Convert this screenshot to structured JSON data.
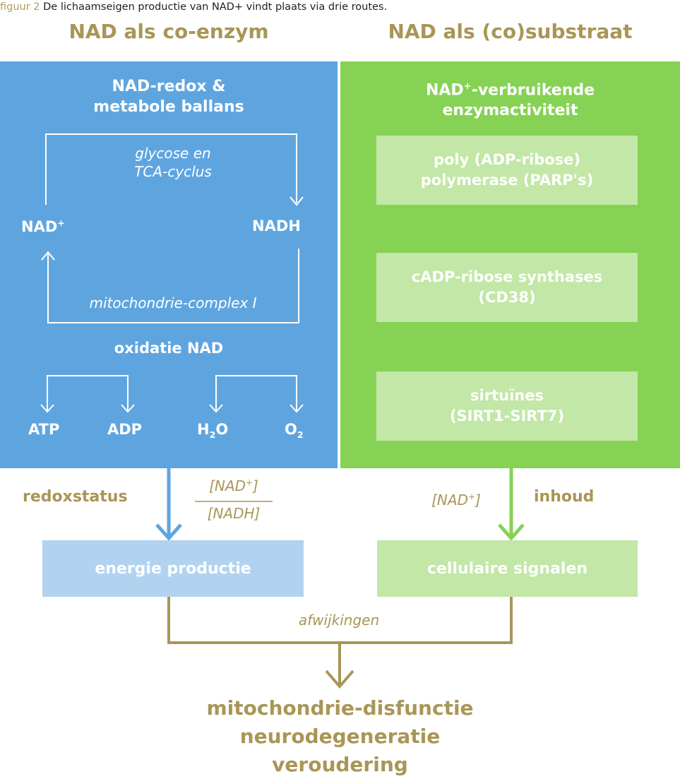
{
  "caption": {
    "label": "figuur 2",
    "text": "De lichaamseigen productie van NAD+ vindt plaats via drie routes."
  },
  "columns": {
    "left": "NAD als co-enzym",
    "right": "NAD als (co)substraat"
  },
  "blue_panel": {
    "title_line1": "NAD-redox &",
    "title_line2": "metabole ballans",
    "cycle_top_line1": "glycose en",
    "cycle_top_line2": "TCA-cyclus",
    "nad_plus_base": "NAD",
    "nad_plus_sup": "+",
    "nadh": "NADH",
    "cycle_bottom": "mitochondrie-complex I",
    "oxidation": "oxidatie NAD",
    "atp": "ATP",
    "adp": "ADP",
    "h2o_h": "H",
    "h2o_2": "2",
    "h2o_o": "O",
    "o2_o": "O",
    "o2_2": "2"
  },
  "green_panel": {
    "title_line1_base": "NAD",
    "title_line1_sup": "+",
    "title_line1_rest": "-verbruikende",
    "title_line2": "enzymactiviteit",
    "box1_line1": "poly (ADP-ribose)",
    "box1_line2": "polymerase (PARP's)",
    "box2_line1": "cADP-ribose synthases",
    "box2_line2": "(CD38)",
    "box3_line1": "sirtuïnes",
    "box3_line2": "(SIRT1-SIRT7)"
  },
  "flow": {
    "redox_label": "redoxstatus",
    "ratio_num_base": "[NAD",
    "ratio_num_sup": "+",
    "ratio_num_end": "]",
    "ratio_den": "[NADH]",
    "nad_conc_base": "[NAD",
    "nad_conc_sup": "+",
    "nad_conc_end": "]",
    "content_label": "inhoud",
    "energy_box": "energie productie",
    "signals_box": "cellulaire signalen",
    "deviations": "afwijkingen"
  },
  "outcomes": [
    "mitochondrie-disfunctie",
    "neurodegeneratie",
    "veroudering"
  ],
  "colors": {
    "blue": "#5ea5e0",
    "light_blue": "#b1d3f0",
    "green": "#86d254",
    "light_green": "#c2e7a6",
    "gold": "#a99656"
  }
}
